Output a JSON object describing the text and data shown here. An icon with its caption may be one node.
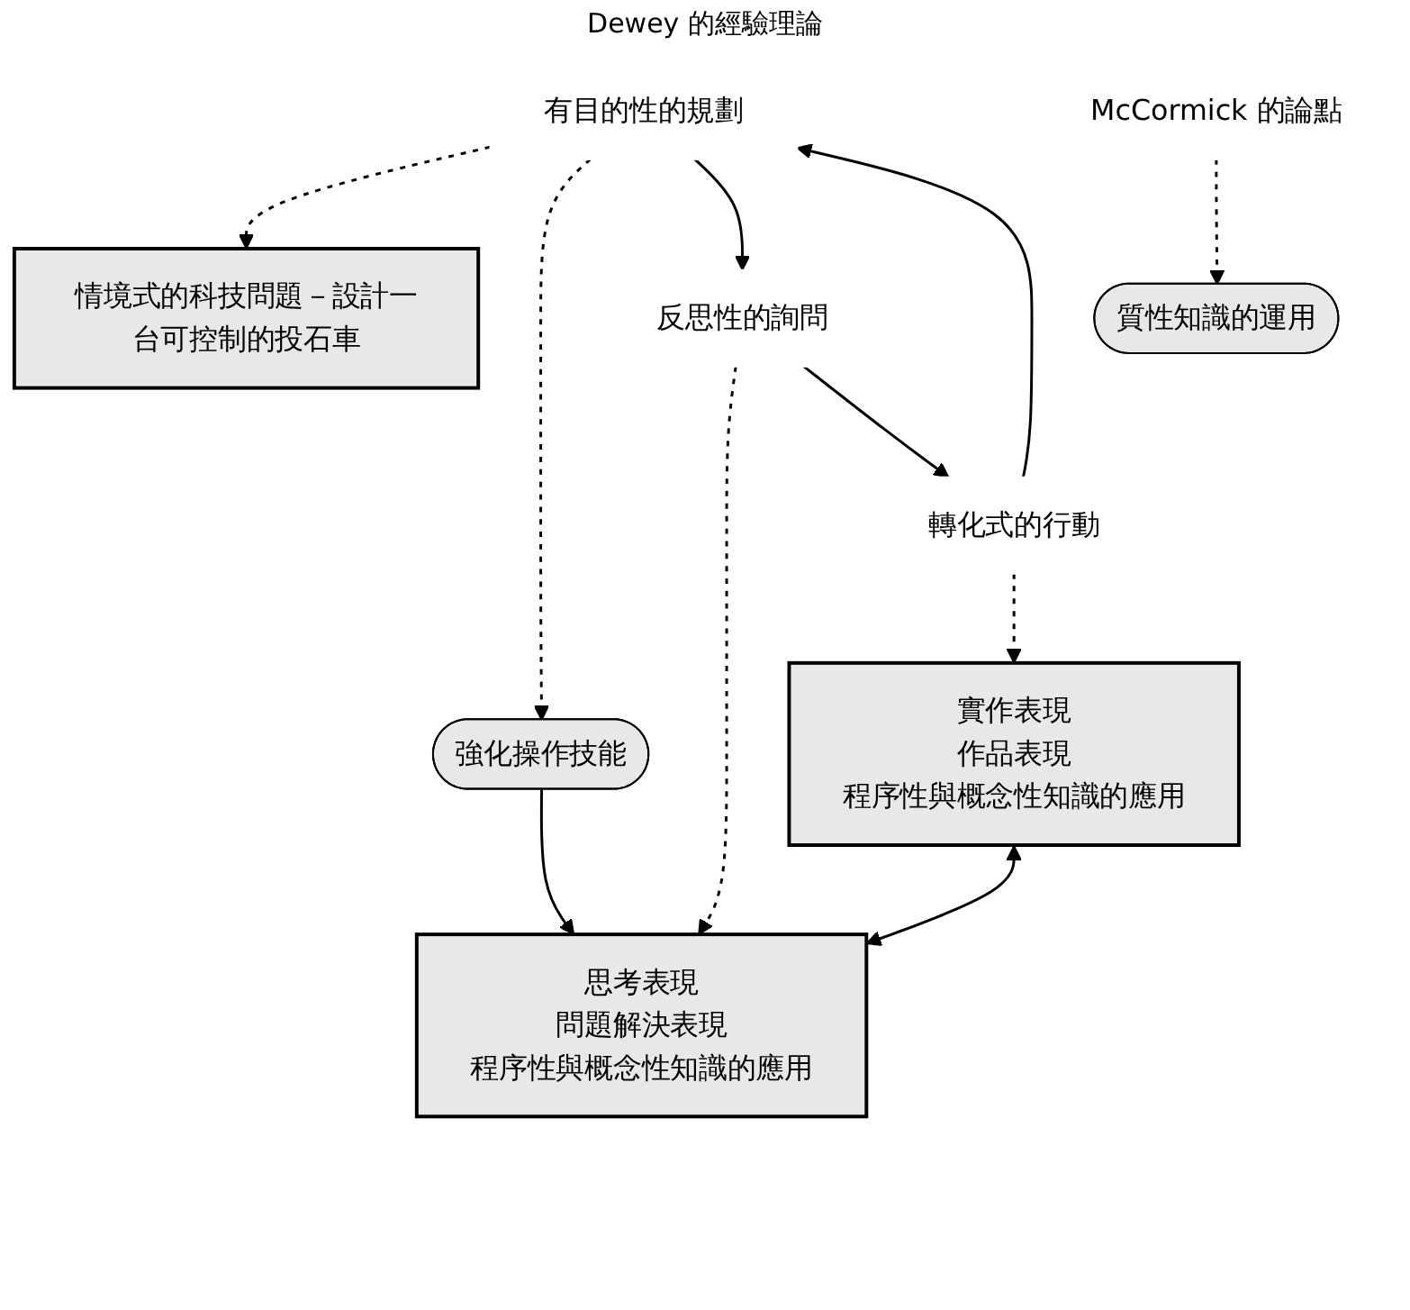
{
  "diagram": {
    "nodes": [
      {
        "text": [
          "情境式的科技問題－設計一台可控制的投石車"
        ]
      },
      {
        "text": [
          "強化操作技能"
        ]
      },
      {
        "text": [
          "有目的性的規劃"
        ]
      },
      {
        "text": [
          "思考表現",
          "問題解決表現",
          "程序性與概念性知識的應用"
        ]
      },
      {
        "text": [
          "反思性的詢問"
        ]
      },
      {
        "text": [
          "轉化式的行動"
        ]
      },
      {
        "text": [
          "McCormick 的論點"
        ]
      },
      {
        "text": [
          "實作表現",
          "作品表現",
          "程序性與概念性知識的應用"
        ]
      },
      {
        "text": [
          "質性知識的運用"
        ]
      }
    ],
    "edges": [
      {
        "from": 2,
        "to": 0,
        "arrow": "to",
        "style": "dashed"
      },
      {
        "from": 2,
        "to": 1,
        "arrow": "to",
        "style": "dashed"
      },
      {
        "from": 1,
        "to": 3,
        "arrow": "to"
      },
      {
        "from": 2,
        "to": 4,
        "arrow": "to"
      },
      {
        "from": 4,
        "to": 3,
        "arrow": "to",
        "style": "dashed"
      },
      {
        "from": 4,
        "to": 5,
        "arrow": "to"
      },
      {
        "from": 5,
        "to": 2,
        "arrow": "to"
      },
      {
        "from": 5,
        "to": 7,
        "arrow": "to",
        "style": "dashed"
      },
      {
        "from": 6,
        "to": 8,
        "arrow": "to",
        "style": "dashed"
      },
      {
        "from": 7,
        "to": 3,
        "arrow": "both"
      }
    ],
    "labels": [
      "Dewey 的經驗理論"
    ]
  }
}
